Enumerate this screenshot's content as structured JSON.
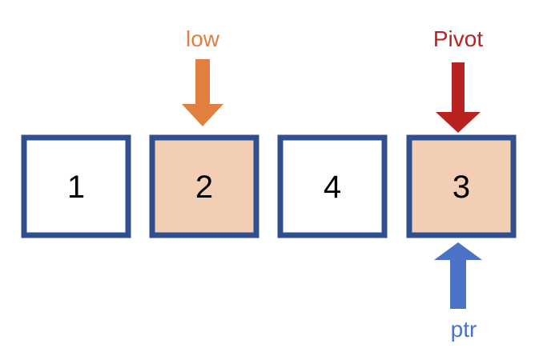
{
  "diagram": {
    "cells": [
      {
        "value": "1",
        "highlighted": false
      },
      {
        "value": "2",
        "highlighted": true
      },
      {
        "value": "4",
        "highlighted": false
      },
      {
        "value": "3",
        "highlighted": true
      }
    ],
    "pointers": {
      "low": {
        "label": "low",
        "color": "#E07F3E",
        "cell_index": 1,
        "position": "above"
      },
      "pivot": {
        "label": "Pivot",
        "color": "#B82322",
        "cell_index": 3,
        "position": "above"
      },
      "ptr": {
        "label": "ptr",
        "color": "#4C72C5",
        "cell_index": 3,
        "position": "below"
      }
    },
    "colors": {
      "cell_border": "#2F4F8F",
      "cell_fill": "#FFFFFF",
      "cell_highlight_fill": "#F2CFB4"
    }
  }
}
